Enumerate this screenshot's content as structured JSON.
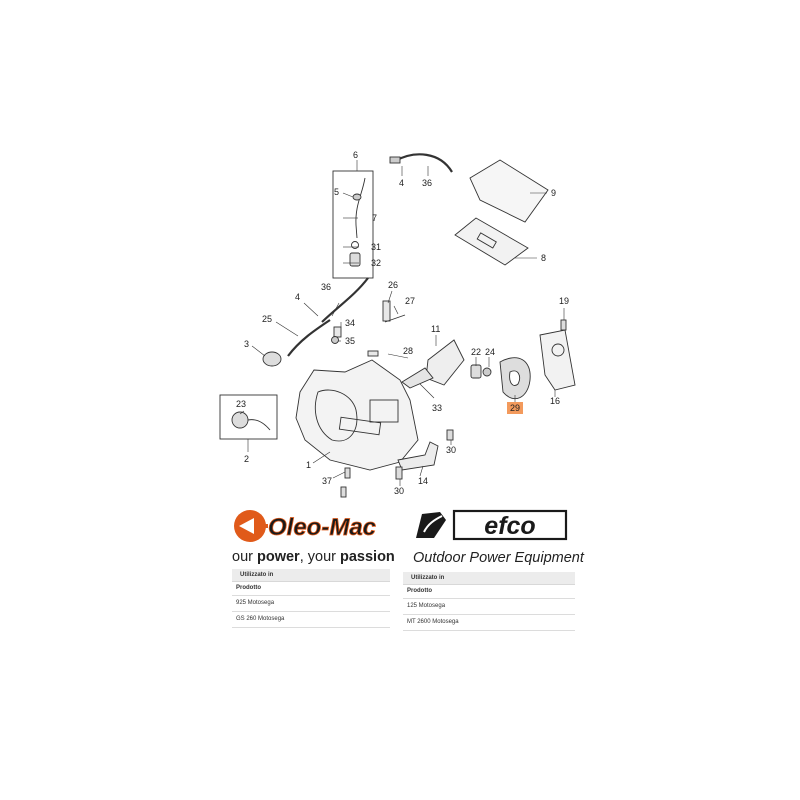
{
  "callouts": [
    "6",
    "5",
    "7",
    "31",
    "32",
    "4",
    "36",
    "9",
    "8",
    "26",
    "36",
    "4",
    "27",
    "25",
    "34",
    "35",
    "3",
    "11",
    "28",
    "22",
    "24",
    "19",
    "16",
    "29",
    "33",
    "23",
    "2",
    "30",
    "1",
    "37",
    "14",
    "30"
  ],
  "highlight_color": "#f39a5c",
  "oleomac": {
    "logo_text": "Oleo-Mac",
    "tagline_prefix": "our ",
    "tagline_bold1": "power",
    "tagline_mid": ", your ",
    "tagline_bold2": "passion",
    "brand_color": "#e05a1a"
  },
  "efco": {
    "logo_text": "efco",
    "tagline": "Outdoor Power Equipment"
  },
  "usage_left": {
    "header": "Utilizzato in",
    "subheader": "Prodotto",
    "rows": [
      "925 Motosega",
      "GS 260 Motosega"
    ]
  },
  "usage_right": {
    "header": "Utilizzato in",
    "subheader": "Prodotto",
    "rows": [
      "125 Motosega",
      "MT 2600 Motosega"
    ]
  }
}
